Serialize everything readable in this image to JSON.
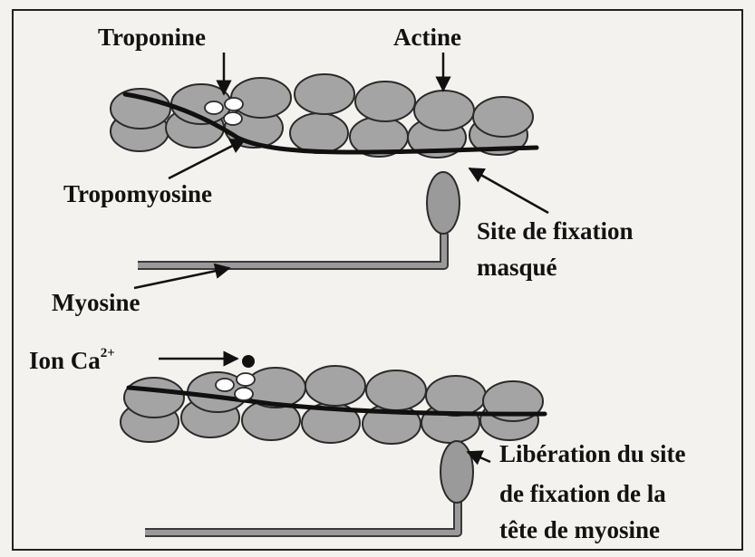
{
  "labels": {
    "troponine": "Troponine",
    "actine": "Actine",
    "tropomyosine": "Tropomyosine",
    "site_masque_line1": "Site de fixation",
    "site_masque_line2": "masqué",
    "myosine": "Myosine",
    "ion_ca_base": "Ion Ca",
    "ion_ca_charge": "2+",
    "liberation_line1": "Libération du site",
    "liberation_line2": "de fixation de la",
    "liberation_line3": "tête de myosine"
  },
  "colors": {
    "background": "#f4f2ee",
    "frame": "#222222",
    "actin_fill": "#a4a4a4",
    "actin_stroke": "#2a2a2a",
    "tropomyosin": "#101010",
    "troponin_fill": "#ffffff",
    "myosin_fill": "#9a9a9a",
    "calcium_ion": "#111111",
    "text": "#121212"
  }
}
